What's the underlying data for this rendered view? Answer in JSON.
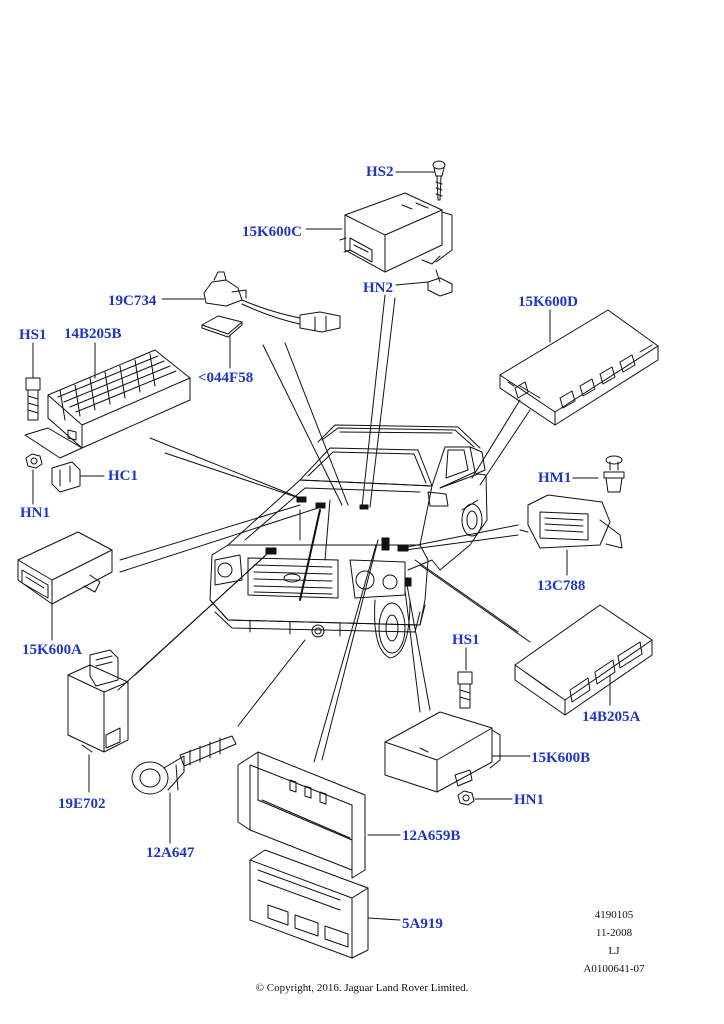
{
  "diagram": {
    "labels": {
      "hs2": "HS2",
      "p15k600c": "15K600C",
      "hn2": "HN2",
      "p19c734": "19C734",
      "p044f58": "<044F58",
      "p15k600d": "15K600D",
      "hs1_top": "HS1",
      "p14b205b": "14B205B",
      "hc1": "HC1",
      "hn1_left": "HN1",
      "hm1": "HM1",
      "p13c788": "13C788",
      "p15k600a": "15K600A",
      "hs1_mid": "HS1",
      "p14b205a": "14B205A",
      "p19e702": "19E702",
      "p15k600b": "15K600B",
      "hn1_right": "HN1",
      "p12a647": "12A647",
      "p12a659b": "12A659B",
      "p5a919": "5A919"
    },
    "meta": {
      "ref": "4190105",
      "date": "11-2008",
      "code": "LJ",
      "illustration": "A0100641-07"
    },
    "copyright": "© Copyright, 2016. Jaguar Land Rover Limited."
  },
  "colors": {
    "label": "#1e35c8",
    "linework": "#111111",
    "background": "#ffffff"
  }
}
